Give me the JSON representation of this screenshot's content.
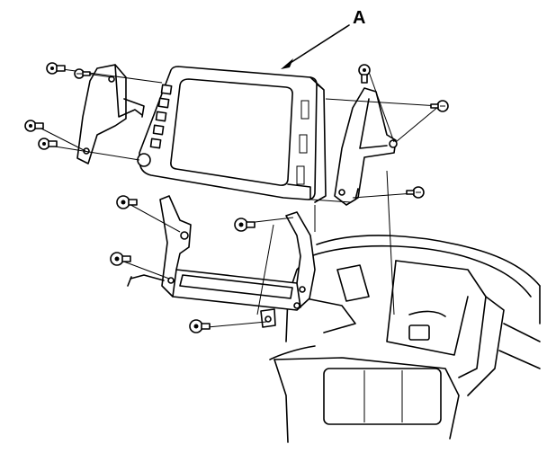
{
  "callout": {
    "label": "A"
  },
  "parts": [
    {
      "name": "navigation-display-unit",
      "icon": "display-unit-icon"
    },
    {
      "name": "left-side-bracket",
      "icon": "bracket-icon"
    },
    {
      "name": "right-side-bracket",
      "icon": "bracket-icon"
    },
    {
      "name": "lower-mounting-bracket",
      "icon": "bracket-icon"
    },
    {
      "name": "dashboard-panel",
      "icon": "dashboard-icon"
    }
  ],
  "fastener_count": 11,
  "colors": {
    "ink": "#000000",
    "paper": "#ffffff"
  }
}
